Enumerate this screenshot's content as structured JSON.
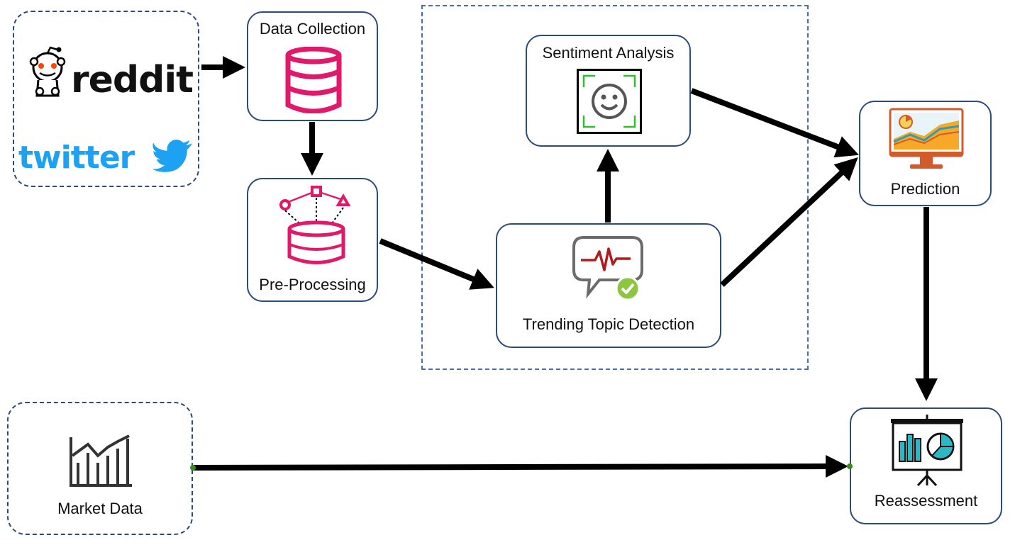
{
  "sources": {
    "reddit_logo": "reddit",
    "twitter_logo": "twitter"
  },
  "nodes": {
    "data_collection": "Data Collection",
    "pre_processing": "Pre-Processing",
    "sentiment_analysis": "Sentiment Analysis",
    "trending_topic_detection": "Trending Topic Detection",
    "prediction": "Prediction",
    "reassessment": "Reassessment",
    "market_data": "Market Data"
  },
  "colors": {
    "box_border": "#2e4a78",
    "database_icon": "#e2186b",
    "twitter_blue": "#1da1f2",
    "check_green": "#8cc63f"
  }
}
